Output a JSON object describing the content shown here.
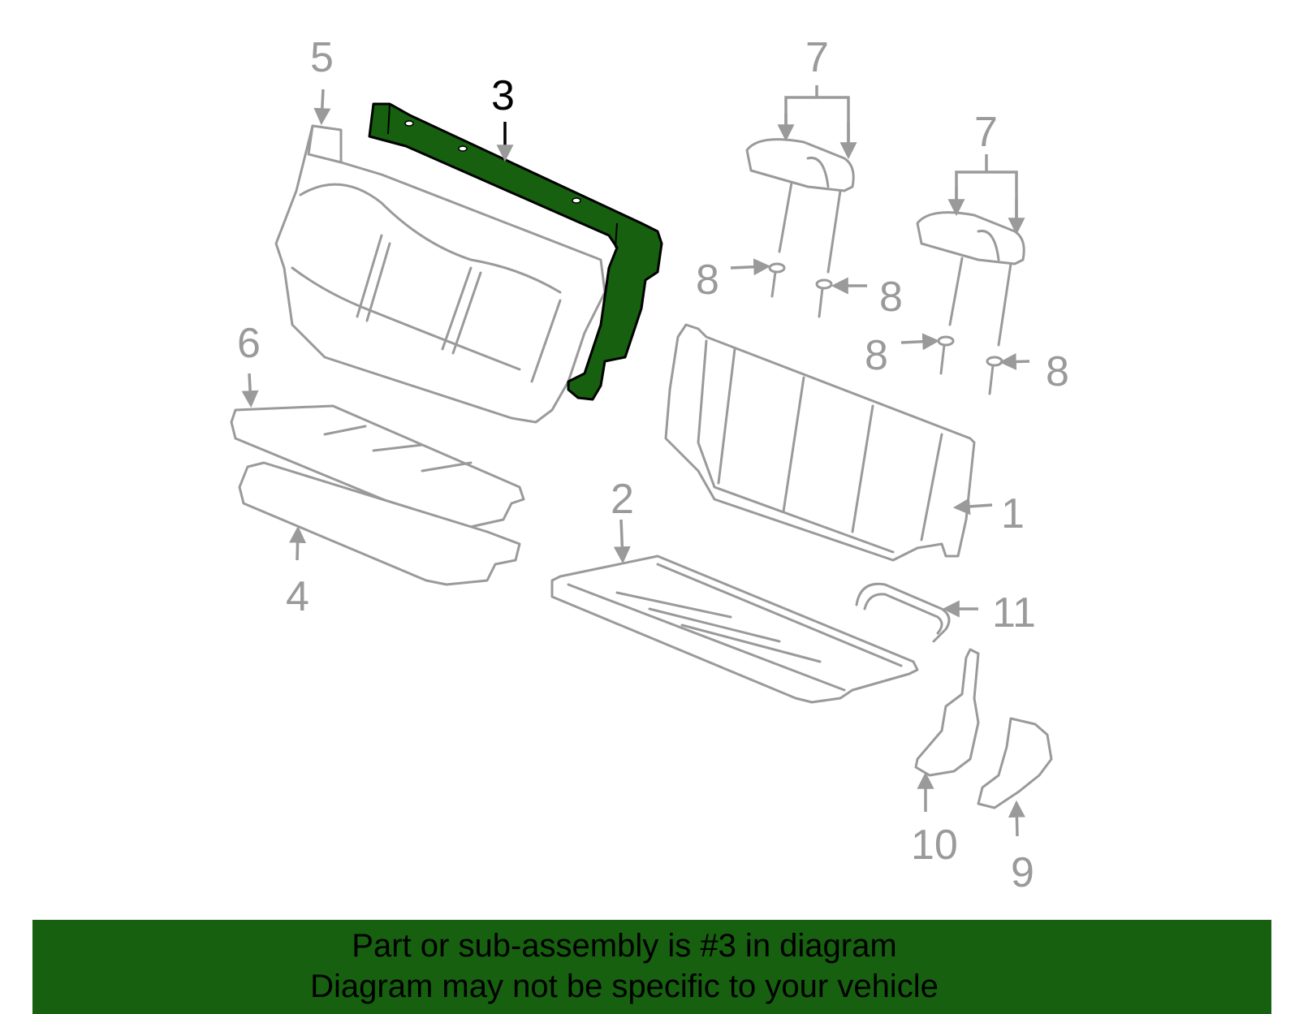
{
  "diagram": {
    "highlight_color": "#16600f",
    "line_color": "#9a9a9a",
    "callouts": [
      {
        "id": "c1",
        "label": "1"
      },
      {
        "id": "c2",
        "label": "2"
      },
      {
        "id": "c3",
        "label": "3",
        "highlighted": true
      },
      {
        "id": "c4",
        "label": "4"
      },
      {
        "id": "c5",
        "label": "5"
      },
      {
        "id": "c6",
        "label": "6"
      },
      {
        "id": "c7a",
        "label": "7"
      },
      {
        "id": "c7b",
        "label": "7"
      },
      {
        "id": "c8a",
        "label": "8"
      },
      {
        "id": "c8b",
        "label": "8"
      },
      {
        "id": "c8c",
        "label": "8"
      },
      {
        "id": "c8d",
        "label": "8"
      },
      {
        "id": "c9",
        "label": "9"
      },
      {
        "id": "c10",
        "label": "10"
      },
      {
        "id": "c11",
        "label": "11"
      }
    ]
  },
  "banner": {
    "line1": "Part or sub-assembly is #3 in diagram",
    "line2": "Diagram may not be specific to your vehicle",
    "background": "#16600f"
  }
}
